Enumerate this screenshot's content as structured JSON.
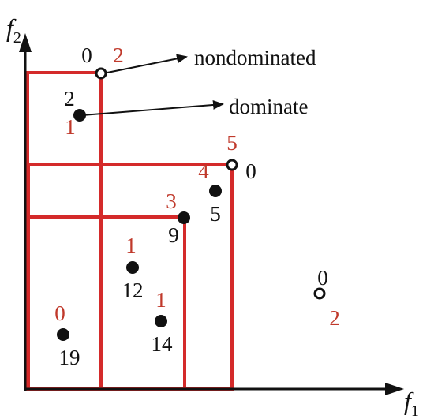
{
  "axes": {
    "x_label": "f",
    "x_sub": "1",
    "y_label": "f",
    "y_sub": "2"
  },
  "colors": {
    "box": "#d42a2a",
    "red_text": "#c0392b",
    "black": "#111111",
    "open_fill": "#ffffff"
  },
  "points": [
    {
      "id": "p-top",
      "style": "open",
      "black_label": "0",
      "red_label": "2"
    },
    {
      "id": "p-dom",
      "style": "filled",
      "black_label": "2",
      "red_label": "1"
    },
    {
      "id": "p-right-open",
      "style": "open",
      "black_label": "0",
      "red_label": "5"
    },
    {
      "id": "p-5",
      "style": "filled",
      "black_label": "5",
      "red_label": "4"
    },
    {
      "id": "p-9",
      "style": "filled",
      "black_label": "9",
      "red_label": "3"
    },
    {
      "id": "p-12",
      "style": "filled",
      "black_label": "12",
      "red_label": "1"
    },
    {
      "id": "p-14",
      "style": "filled",
      "black_label": "14",
      "red_label": "1"
    },
    {
      "id": "p-19",
      "style": "filled",
      "black_label": "19",
      "red_label": "0"
    },
    {
      "id": "p-far",
      "style": "open",
      "black_label": "0",
      "red_label": "2"
    }
  ],
  "annotations": {
    "nondominated": "nondominated",
    "dominate": "dominate"
  }
}
